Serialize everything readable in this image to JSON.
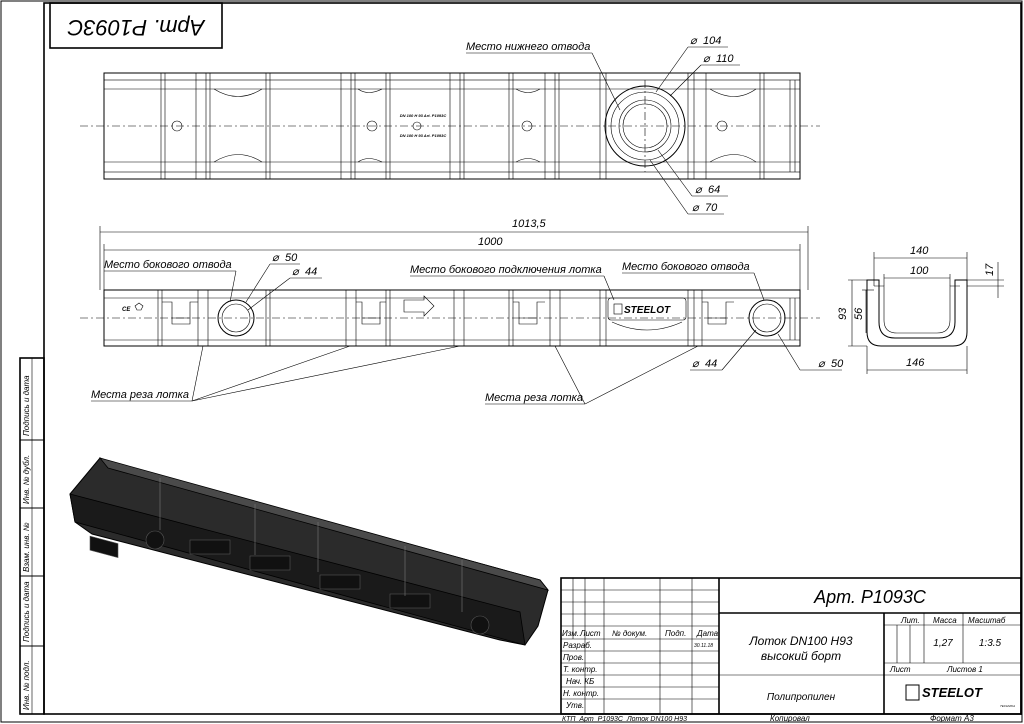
{
  "stamp": {
    "code": "Арт. P1093C"
  },
  "callouts": {
    "bottom_outlet": "Место нижнего отвода",
    "side_outlet_left": "Место бокового отвода",
    "side_outlet_right": "Место бокового отвода",
    "side_connection": "Место бокового подключения лотка",
    "cut_places_left": "Места реза лотка",
    "cut_places_right": "Места реза лотка"
  },
  "dimensions": {
    "d104": "104",
    "d110": "110",
    "d64": "64",
    "d70": "70",
    "overall_length": "1013,5",
    "length": "1000",
    "d50_left": "50",
    "d44_left": "44",
    "d44_right": "44",
    "d50_right": "50",
    "section_top_width": "140",
    "section_inner_width": "100",
    "section_lip": "17",
    "section_height": "93",
    "section_inner_height": "56",
    "section_base_width": "146"
  },
  "product_marks": {
    "brand": "STEELOT",
    "top_marking": "DN 100 H 93 Art. P1093C"
  },
  "side_stamp": {
    "field1": "Инв. № подл.",
    "field2": "Подпись и дата",
    "field3": "Взам. инв. №",
    "field4": "Инв. № дубл.",
    "field5": "Подпись и дата"
  },
  "title_block": {
    "article": "Арт. P1093C",
    "headers": {
      "izm": "Изм.",
      "list": "Лист",
      "doc": "№ докум.",
      "sign": "Подп.",
      "date": "Дата"
    },
    "roles": [
      "Разраб.",
      "Пров.",
      "Т. контр.",
      "Нач. КБ",
      "Н. контр.",
      "Утв."
    ],
    "dev_date": "30.11.18",
    "name_line1": "Лоток DN100 H93",
    "name_line2": "высокий борт",
    "material": "Полипропилен",
    "lit_label": "Лит.",
    "mass_label": "Масса",
    "scale_label": "Масштаб",
    "mass": "1,27",
    "scale": "1:3.5",
    "sheet_label": "Лист",
    "sheets_label": "Листов 1",
    "brand": "STEELOT",
    "brand_sub": "TECHNIKA",
    "file": "КТП_Арт_P1093C_Лоток DN100 H93",
    "copied": "Копировал",
    "format": "Формат A3"
  }
}
